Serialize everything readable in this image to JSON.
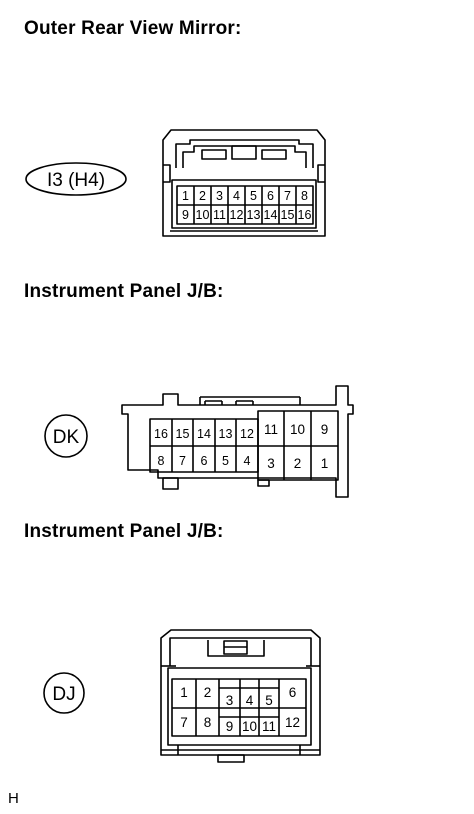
{
  "sections": [
    {
      "title": "Outer Rear View Mirror:",
      "connector_tag": "I3 (H4)",
      "pins_top": [
        "1",
        "2",
        "3",
        "4",
        "5",
        "6",
        "7",
        "8"
      ],
      "pins_bottom": [
        "9",
        "10",
        "11",
        "12",
        "13",
        "14",
        "15",
        "16"
      ]
    },
    {
      "title": "Instrument Panel J/B:",
      "connector_tag": "DK",
      "pins": [
        "16",
        "15",
        "14",
        "13",
        "12",
        "11",
        "10",
        "9",
        "8",
        "7",
        "6",
        "5",
        "4",
        "3",
        "2",
        "1"
      ]
    },
    {
      "title": "Instrument Panel J/B:",
      "connector_tag": "DJ",
      "pins": [
        "1",
        "2",
        "3",
        "4",
        "5",
        "6",
        "7",
        "8",
        "9",
        "10",
        "11",
        "12"
      ]
    }
  ],
  "footer_code": "H"
}
